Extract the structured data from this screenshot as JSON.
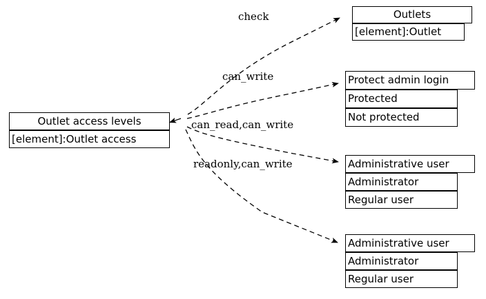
{
  "diagram": {
    "type": "state-transition-diagram",
    "background_color": "#ffffff",
    "line_color": "#000000",
    "text_color": "#000000",
    "edge_style": "dashed",
    "source_node": {
      "title": "Outlet access levels",
      "rows": [
        "[element]:Outlet access"
      ]
    },
    "target_nodes": [
      {
        "title": "Outlets",
        "rows": [
          "[element]:Outlet"
        ]
      },
      {
        "title": "Protect admin login",
        "rows": [
          "Protected",
          "Not protected"
        ]
      },
      {
        "title": "Administrative user",
        "rows": [
          "Administrator",
          "Regular user"
        ]
      },
      {
        "title": "Administrative user",
        "rows": [
          "Administrator",
          "Regular user"
        ]
      }
    ],
    "edges": [
      {
        "label": "check"
      },
      {
        "label": "can_write"
      },
      {
        "label": "can_read,can_write"
      },
      {
        "label": "readonly,can_write"
      }
    ]
  }
}
